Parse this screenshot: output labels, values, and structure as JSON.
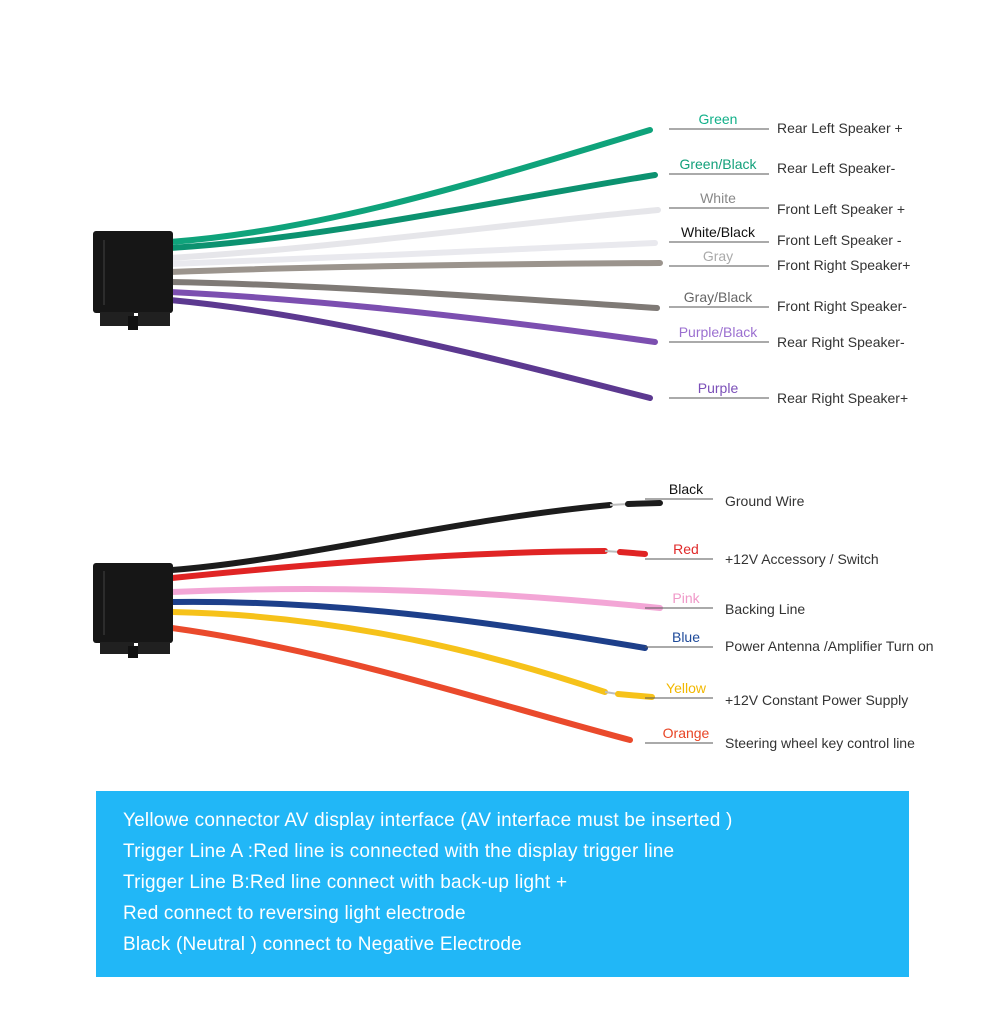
{
  "connectors": [
    {
      "id": "speaker-harness",
      "wires": [
        {
          "color_name": "Green",
          "function": "Rear Left Speaker +",
          "stroke": "#0fa37b",
          "label_color": "#12b089"
        },
        {
          "color_name": "Green/Black",
          "function": "Rear Left Speaker-",
          "stroke": "#0c9270",
          "label_color": "#12a07a"
        },
        {
          "color_name": "White",
          "function": "Front Left Speaker +",
          "stroke": "#e6e6ea",
          "label_color": "#888888"
        },
        {
          "color_name": "White/Black",
          "function": "Front Left Speaker -",
          "stroke": "#e9e9ee",
          "label_color": "#111111"
        },
        {
          "color_name": "Gray",
          "function": "Front Right Speaker+",
          "stroke": "#9b948d",
          "label_color": "#aaaaaa"
        },
        {
          "color_name": "Gray/Black",
          "function": "Front Right Speaker-",
          "stroke": "#7f7a76",
          "label_color": "#666666"
        },
        {
          "color_name": "Purple/Black",
          "function": "Rear Right Speaker-",
          "stroke": "#7c4fb0",
          "label_color": "#9b6fd0"
        },
        {
          "color_name": "Purple",
          "function": "Rear Right Speaker+",
          "stroke": "#5c3990",
          "label_color": "#7b4fb8"
        }
      ]
    },
    {
      "id": "power-harness",
      "wires": [
        {
          "color_name": "Black",
          "function": "Ground Wire",
          "stroke": "#1c1c1c",
          "label_color": "#111111"
        },
        {
          "color_name": "Red",
          "function": "+12V Accessory / Switch",
          "stroke": "#e02424",
          "label_color": "#e02a2a"
        },
        {
          "color_name": "Pink",
          "function": "Backing Line",
          "stroke": "#f3a6d6",
          "label_color": "#f098c8"
        },
        {
          "color_name": "Blue",
          "function": "Power Antenna /Amplifier Turn on",
          "stroke": "#1d3f8a",
          "label_color": "#1e4a9a"
        },
        {
          "color_name": "Yellow",
          "function": "+12V Constant Power Supply",
          "stroke": "#f6c21a",
          "label_color": "#f2b800"
        },
        {
          "color_name": "Orange",
          "function": "Steering wheel key control line",
          "stroke": "#ea4a2c",
          "label_color": "#e84525"
        }
      ]
    }
  ],
  "notes": [
    "Yellowe connector AV display interface (AV interface must be inserted )",
    "Trigger Line A :Red line is connected with the display trigger line",
    "Trigger Line B:Red line connect with back-up light +",
    "Red connect to reversing light electrode",
    "Black (Neutral ) connect to Negative Electrode"
  ]
}
